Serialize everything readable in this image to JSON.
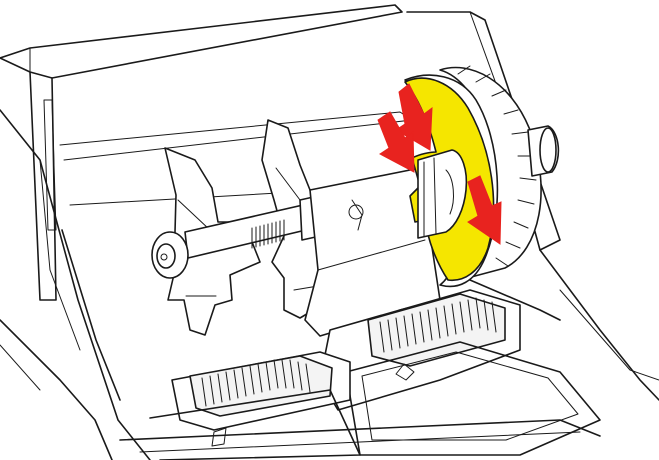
{
  "colors": {
    "line": "#1a1a1a",
    "background": "#ffffff",
    "highlight_flange": "#f5e600",
    "arrow": "#e8231f"
  },
  "highlighted_part": "roll-spindle-flange",
  "arrows": [
    {
      "name": "upper-arrow",
      "direction": "down-right"
    },
    {
      "name": "lower-arrow",
      "direction": "down-right"
    }
  ],
  "icons": [
    "arrow-down-right-icon"
  ]
}
